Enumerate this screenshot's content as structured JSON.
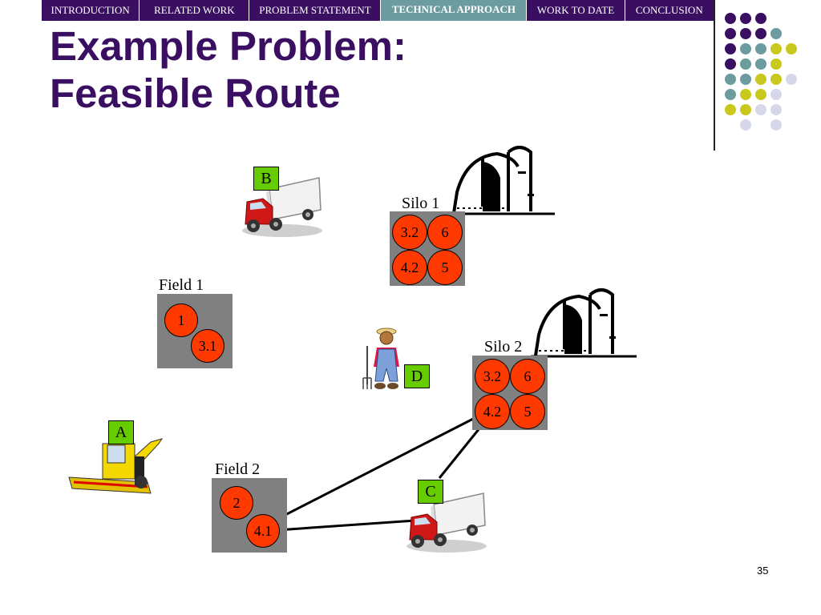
{
  "nav": {
    "items": [
      {
        "label": "INTRODUCTION"
      },
      {
        "label": "RELATED WORK"
      },
      {
        "label": "PROBLEM STATEMENT"
      },
      {
        "label": "TECHNICAL APPROACH",
        "active": true
      },
      {
        "label": "WORK TO DATE"
      },
      {
        "label": "CONCLUSION"
      }
    ]
  },
  "title": {
    "line1": "Example Problem:",
    "line2": "Feasible Route"
  },
  "colors": {
    "purple": "#3a0f62",
    "teal": "#6c9ba0",
    "olive": "#c8c81e",
    "lavender": "#d7d7ea",
    "task_red": "#ff3a00",
    "agent_green": "#66cc00",
    "box_gray": "#808080"
  },
  "diagram": {
    "silo1": {
      "label": "Silo 1",
      "tasks": [
        "3.2",
        "6",
        "4.2",
        "5"
      ]
    },
    "silo2": {
      "label": "Silo 2",
      "tasks": [
        "3.2",
        "6",
        "4.2",
        "5"
      ]
    },
    "field1": {
      "label": "Field 1",
      "tasks": [
        "1",
        "3.1"
      ]
    },
    "field2": {
      "label": "Field 2",
      "tasks": [
        "2",
        "4.1"
      ]
    },
    "agents": {
      "a": "A",
      "b": "B",
      "c": "C",
      "d": "D"
    },
    "icons": {
      "truck": "truck-icon",
      "barn": "barn-silo-icon",
      "farmer": "farmer-icon",
      "harvester": "harvester-icon"
    }
  },
  "page_number": "35"
}
